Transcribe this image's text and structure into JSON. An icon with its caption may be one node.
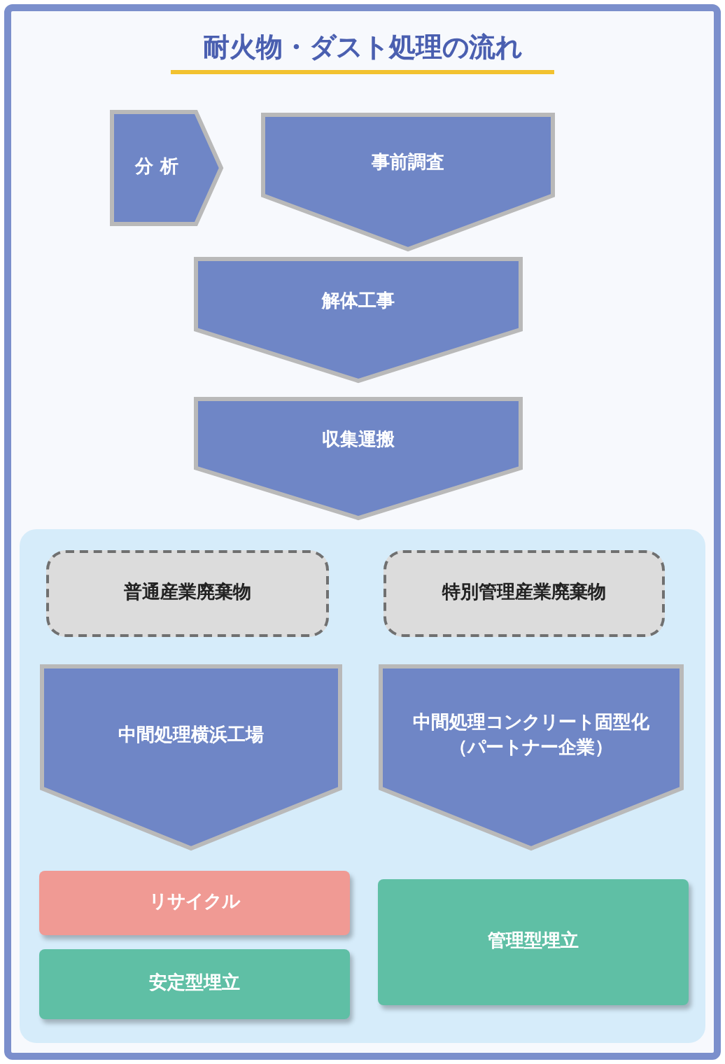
{
  "diagram": {
    "title": "耐火物・ダスト処理の流れ",
    "nodes": [
      {
        "text": [
          "分 析"
        ]
      },
      {
        "text": [
          "事前調査"
        ]
      },
      {
        "text": [
          "解体工事"
        ]
      },
      {
        "text": [
          "収集運搬"
        ]
      },
      {
        "text": [],
        "shape": "box"
      },
      {
        "text": [
          "普通産業廃棄物"
        ],
        "in": 4
      },
      {
        "text": [
          "特別管理産業廃棄物"
        ],
        "in": 4
      },
      {
        "text": [
          "中間処理横浜工場"
        ],
        "in": 4
      },
      {
        "text": [
          "中間処理コンクリート固型化（パートナー企業）"
        ],
        "in": 4
      },
      {
        "text": [
          "リサイクル"
        ],
        "in": 4
      },
      {
        "text": [
          "安定型埋立"
        ],
        "in": 4
      },
      {
        "text": [
          "管理型埋立"
        ],
        "in": 4
      }
    ]
  }
}
